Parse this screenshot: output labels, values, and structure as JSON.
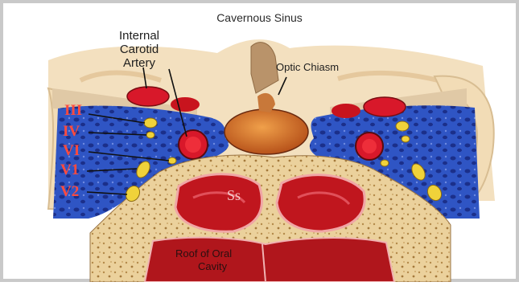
{
  "title": "Cavernous Sinus",
  "labels": {
    "internal_carotid": "Internal Carotid Artery",
    "optic_chiasm": "Optic Chiasm",
    "sphenoid_sinus": "Ss",
    "roof_of_oral": "Roof of Oral",
    "cavity": "Cavity"
  },
  "nerves": [
    "III",
    "IV",
    "VI",
    "V1",
    "V2"
  ],
  "colors": {
    "nerve_label": "#ff4b3e",
    "venous_blue": "#2f55c4",
    "artery_red": "#d8182a",
    "nerve_yellow": "#f0d23a",
    "bone_tan": "#e9cf95",
    "brain_cream": "#f3e0bf",
    "pituitary_orange": "#d8731e",
    "sinus_red": "#c0161e"
  }
}
